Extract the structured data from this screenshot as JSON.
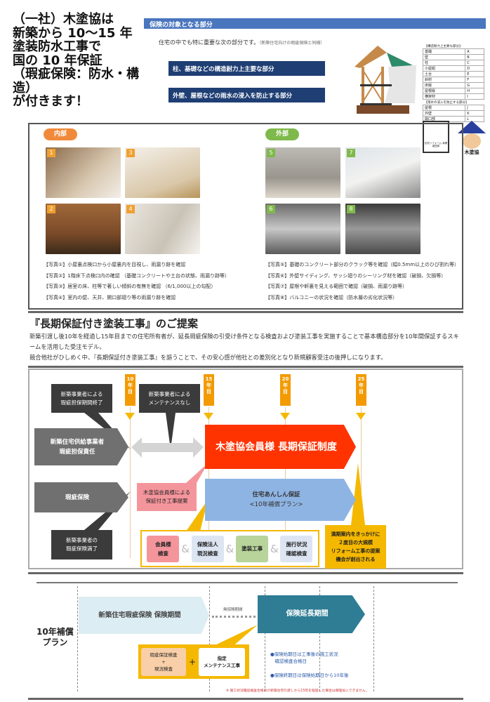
{
  "headline": "（一社）木塗協は\n新築から 10～15 年\n塗装防水工事で\n国の 10 年保証\n（瑕疵保険：防水・構造）\nが付きます！",
  "coverage": {
    "bar_title": "保険の対象となる部分",
    "intro": "住宅の中でも特に重要な次の部分です。",
    "intro_note": "（新築住宅向けの瑕疵保険と同様）",
    "item1": "柱、基礎などの構造耐力上主要な部分",
    "item2": "外壁、屋根などの雨水の浸入を防止する部分",
    "table_head1": "【構造耐力上主要な部分】",
    "table1": [
      [
        "基礎",
        "A"
      ],
      [
        "壁",
        "B"
      ],
      [
        "柱",
        "C"
      ],
      [
        "小屋組",
        "D"
      ],
      [
        "土台",
        "E"
      ],
      [
        "斜材",
        "F"
      ],
      [
        "床版",
        "G"
      ],
      [
        "屋根版",
        "H"
      ],
      [
        "横架材",
        "I"
      ]
    ],
    "table_head2": "【雨水の浸入を防止する部分】",
    "table2": [
      [
        "屋根",
        "J"
      ],
      [
        "外壁",
        "K"
      ],
      [
        "開口部",
        "L"
      ]
    ]
  },
  "logos": {
    "reform": "住宅リフォーム 事業者団体",
    "mascot_text": "木塗協"
  },
  "inspection": {
    "inner_label": "内部",
    "outer_label": "外部",
    "photos": [
      "1",
      "3",
      "2",
      "4",
      "5",
      "7",
      "6",
      "8"
    ],
    "inner_captions": [
      "【写真①】小屋裏点検口から小屋裏内を目視し、雨漏り跡を確認",
      "【写真②】1階床下点検口内の確認 （基礎コンクリートや土台の状態、雨漏り跡等）",
      "【写真③】居室の床、柱等で著しい傾斜の有無を確認 （6/1,000以上の勾配）",
      "【写真④】室内の壁、天井、開口部廻り等の雨漏り跡を確認"
    ],
    "outer_captions": [
      "【写真⑤】基礎のコンクリート部分のクラック等を確認（幅0.5mm以上のひび割れ等）",
      "【写真⑥】外壁サイディング、サッシ廻りのシーリング材を確認（破損、欠損等）",
      "【写真⑦】屋根や軒裏を見える範囲で確認（破損、雨漏り跡等）",
      "【写真⑧】バルコニーの状況を確認（防水層の劣化状況等）"
    ]
  },
  "proposal": {
    "heading": "『長期保証付き塗装工事』のご提案",
    "p1": "新築引渡し後10年を経過し15年目までの住宅所有者が、延長瑕疵保険の引受け条件となる検査および塗装工事を実施することで基本構造部分を10年間保証するスキームを活用した受注モデル。",
    "p2": "競合他社がひしめく中、『長期保証付き塗装工事』を謳うことで、その安心感が他社との差別化となり新規顧客受注の後押しになります。"
  },
  "timeline": {
    "years": [
      "10\n年\n目",
      "15\n年\n目",
      "20\n年\n目",
      "25\n年\n目"
    ],
    "callout_end": "新築事業者による\n瑕疵担保期間終了",
    "callout_nomaint": "新築事業者による\nメンテナンスなし",
    "supplier": "新築住宅供給事業者\n瑕疵担保責任",
    "insurance": "瑕疵保険",
    "callout_expired": "新築事業者の\n瑕疵保険満了",
    "main_program": "木塗協会員様 長期保証制度",
    "proposal_box": "木塗協会員様による\n保証付き工事提案",
    "anshin": "住宅あんしん保証",
    "anshin_plan": "<10年補償プラン>",
    "steps": [
      "会員様\n検査",
      "保険法人\n現況検査",
      "塗装工事",
      "施行状況\n確認検査"
    ],
    "amp": "&",
    "renewal": "満期案内をきっかけに\n２度目の大規模\nリフォーム工事の提案\n機会が創出される"
  },
  "plan": {
    "label": "10年補償\nプラン",
    "period": "新築住宅瑕疵保険 保険期間",
    "gap": "無保険期間",
    "extended": "保険延長期間",
    "inspect": "瑕疵保証検査\n+\n現況検査",
    "plus": "+",
    "maint": "指定\nメンテナンス工事",
    "bullets": [
      "●保険始期日は工事後の施工状況\n　確認検査合格日",
      "●保険終期日は保険始期日から10年後"
    ],
    "note": "※ 施工状況確認検査合格日が新築住宅引渡しから15年を経過した場合は保険加入できません。"
  },
  "colors": {
    "blue": "#4a76be",
    "navy": "#1f3f74",
    "red": "#ff3300",
    "orange": "#f39a00",
    "yellow": "#f5b800",
    "teal": "#2e7d95"
  }
}
